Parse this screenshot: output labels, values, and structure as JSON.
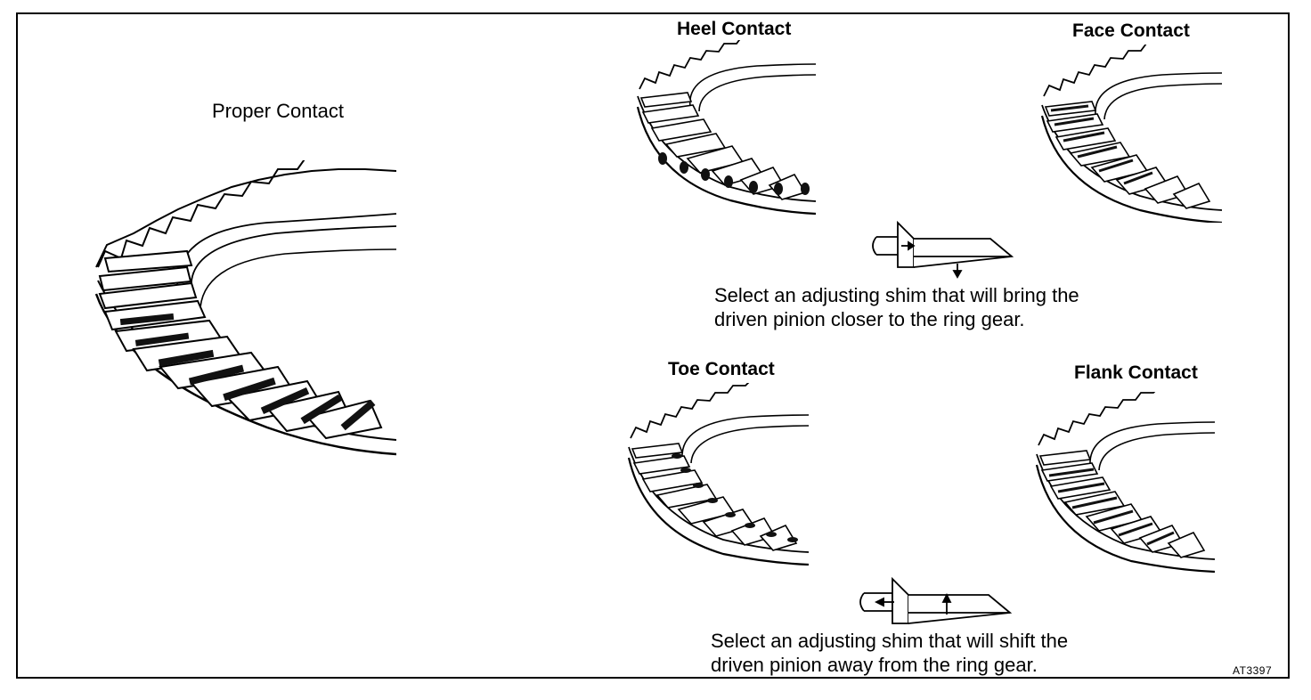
{
  "labels": {
    "proper": "Proper Contact",
    "heel": "Heel Contact",
    "face": "Face Contact",
    "toe": "Toe Contact",
    "flank": "Flank Contact"
  },
  "instructions": {
    "closer": [
      "Select an adjusting shim that will bring the",
      "driven pinion closer to the ring gear."
    ],
    "away": [
      "Select an adjusting shim that will shift the",
      "driven pinion away from the ring gear."
    ]
  },
  "figure_code": "AT3397"
}
